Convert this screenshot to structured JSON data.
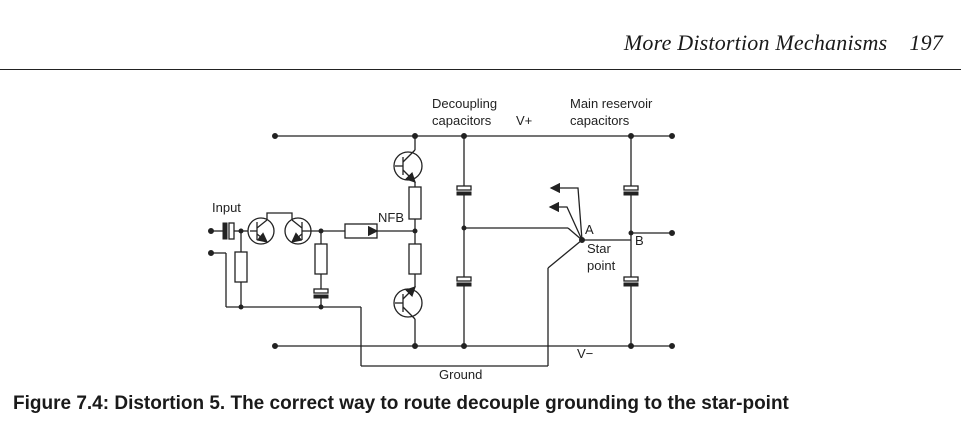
{
  "header": {
    "chapter_title": "More Distortion Mechanisms",
    "page_number": "197"
  },
  "diagram": {
    "labels": {
      "decoupling_line1": "Decoupling",
      "decoupling_line2": "capacitors",
      "v_plus": "V+",
      "reservoir_line1": "Main reservoir",
      "reservoir_line2": "capacitors",
      "input": "Input",
      "nfb": "NFB",
      "point_a": "A",
      "star_line1": "Star",
      "star_line2": "point",
      "point_b": "B",
      "v_minus": "V−",
      "ground": "Ground"
    }
  },
  "caption": {
    "label": "Figure 7.4:",
    "text": "Distortion 5. The correct way to route decouple grounding to the star-point"
  }
}
